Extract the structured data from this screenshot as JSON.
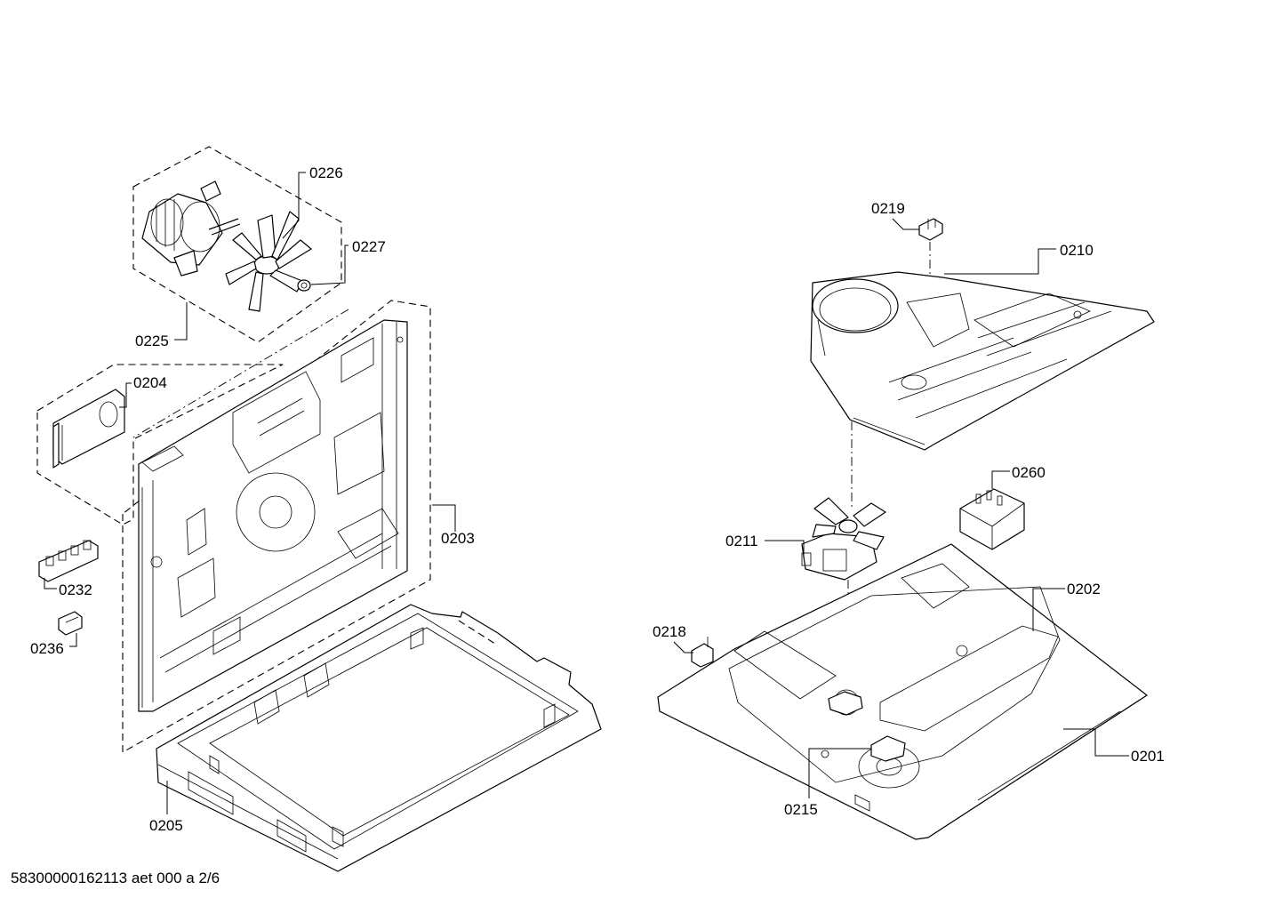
{
  "callouts": {
    "c0226": "0226",
    "c0227": "0227",
    "c0225": "0225",
    "c0204": "0204",
    "c0203": "0203",
    "c0232": "0232",
    "c0236": "0236",
    "c0205": "0205",
    "c0219": "0219",
    "c0210": "0210",
    "c0260": "0260",
    "c0211": "0211",
    "c0202": "0202",
    "c0218": "0218",
    "c0201": "0201",
    "c0215": "0215"
  },
  "footer": {
    "doc_id": "58300000162113 aet 000 a 2/6"
  }
}
